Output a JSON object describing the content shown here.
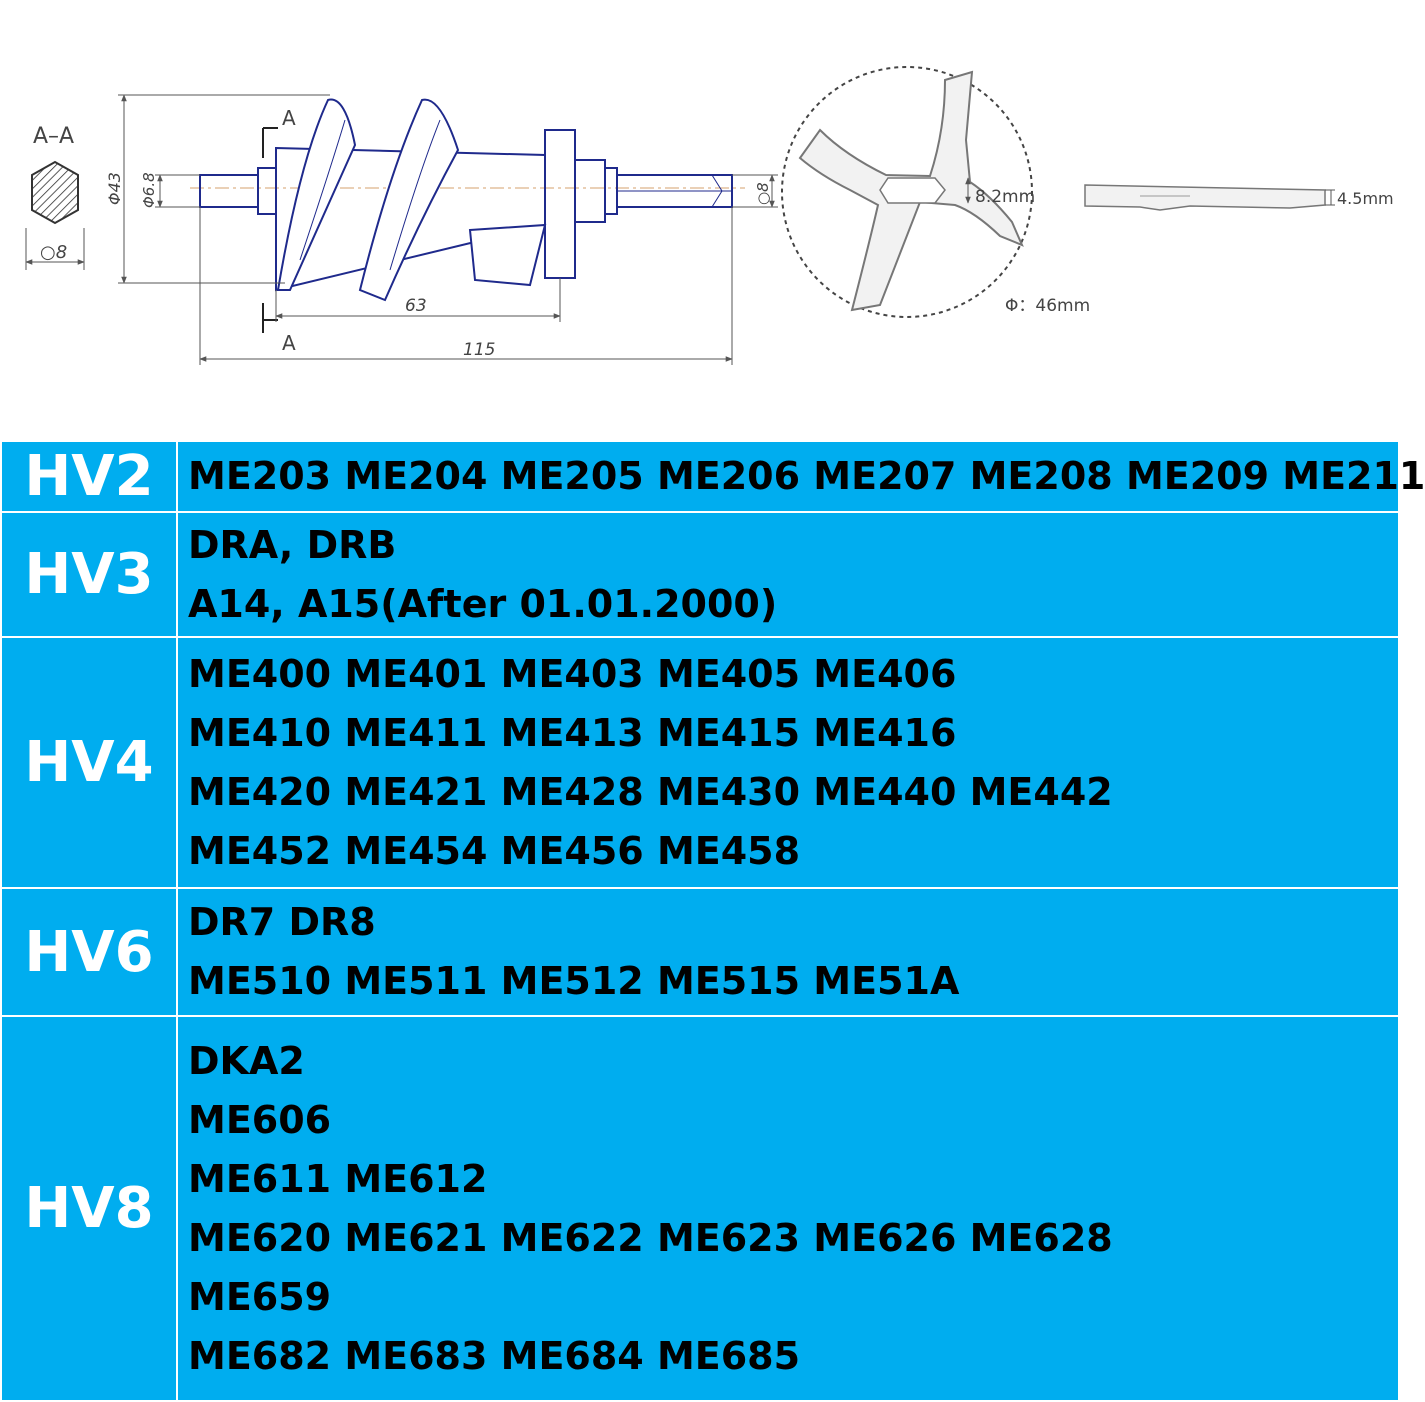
{
  "drawing": {
    "section_label": "A–A",
    "hex_label": "○8",
    "cut_label_top": "A",
    "cut_label_bottom": "A",
    "dim_overall_diameter": "Φ43",
    "dim_shaft_diameter": "Φ6.8",
    "dim_end_diameter": "○8",
    "dim_body_length": "63",
    "dim_total_length": "115",
    "knife_hole": "8.2mm",
    "knife_diameter": "Φ：46mm",
    "knife_thickness": "4.5mm",
    "colors": {
      "line": "#1f2a8c",
      "dim": "#555555"
    }
  },
  "table": {
    "colors": {
      "background": "#00adef",
      "label": "#ffffff",
      "text": "#000000",
      "border": "#ffffff"
    },
    "rows": [
      {
        "label": "HV2",
        "lines": [
          "ME203 ME204 ME205 ME206 ME207 ME208 ME209 ME211"
        ]
      },
      {
        "label": "HV3",
        "lines": [
          "DRA, DRB",
          "A14, A15(After 01.01.2000)"
        ]
      },
      {
        "label": "HV4",
        "lines": [
          "ME400 ME401 ME403 ME405 ME406",
          "ME410 ME411 ME413 ME415 ME416",
          "ME420 ME421 ME428 ME430 ME440 ME442",
          "ME452 ME454 ME456 ME458"
        ]
      },
      {
        "label": "HV6",
        "lines": [
          "DR7 DR8",
          "ME510 ME511 ME512 ME515 ME51A"
        ]
      },
      {
        "label": "HV8",
        "lines": [
          "DKA2",
          "ME606",
          "ME611 ME612",
          "ME620 ME621 ME622 ME623 ME626 ME628",
          "ME659",
          "ME682 ME683 ME684 ME685"
        ]
      }
    ]
  }
}
